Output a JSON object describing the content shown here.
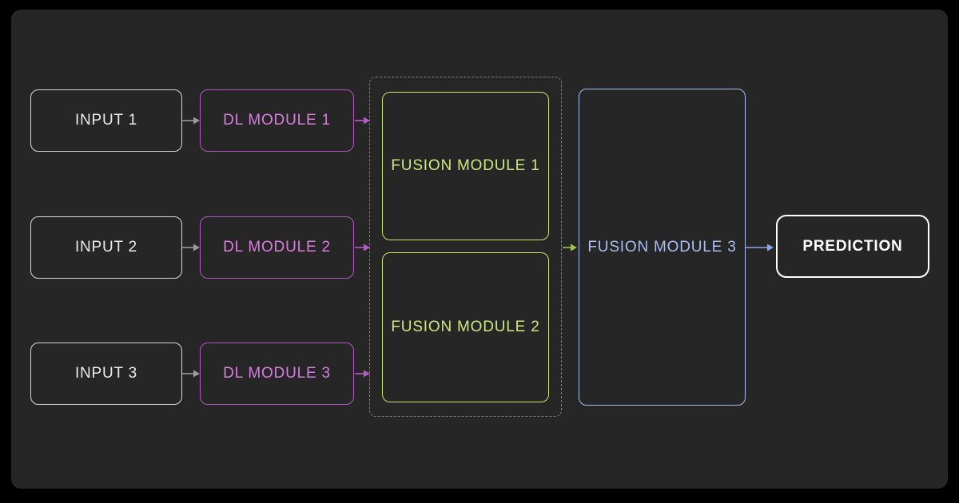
{
  "colors": {
    "bg": "#000000",
    "panel": "#262626",
    "input_border": "#d9d9d9",
    "input_text": "#ebebeb",
    "dl_border": "#b457c4",
    "dl_text": "#d97ee0",
    "fusion_border": "#c5e76e",
    "fusion_text": "#cde97f",
    "fm3_border": "#a9bdf0",
    "fm3_text": "#abbff2",
    "prediction_border": "#ffffff",
    "prediction_text": "#ffffff",
    "group_border": "#7d7d7d",
    "arrow_gray": "#9a9a9a",
    "arrow_pink": "#b55cc4",
    "arrow_green": "#a2c25c",
    "arrow_blue": "#8fa6e6"
  },
  "diagram": {
    "inputs": [
      {
        "label": "INPUT 1"
      },
      {
        "label": "INPUT 2"
      },
      {
        "label": "INPUT 3"
      }
    ],
    "dl_modules": [
      {
        "label": "DL MODULE 1"
      },
      {
        "label": "DL MODULE 2"
      },
      {
        "label": "DL MODULE 3"
      }
    ],
    "fusion_modules": [
      {
        "label": "FUSION MODULE 1"
      },
      {
        "label": "FUSION MODULE 2"
      },
      {
        "label": "FUSION MODULE 3"
      }
    ],
    "prediction": {
      "label": "PREDICTION"
    }
  }
}
